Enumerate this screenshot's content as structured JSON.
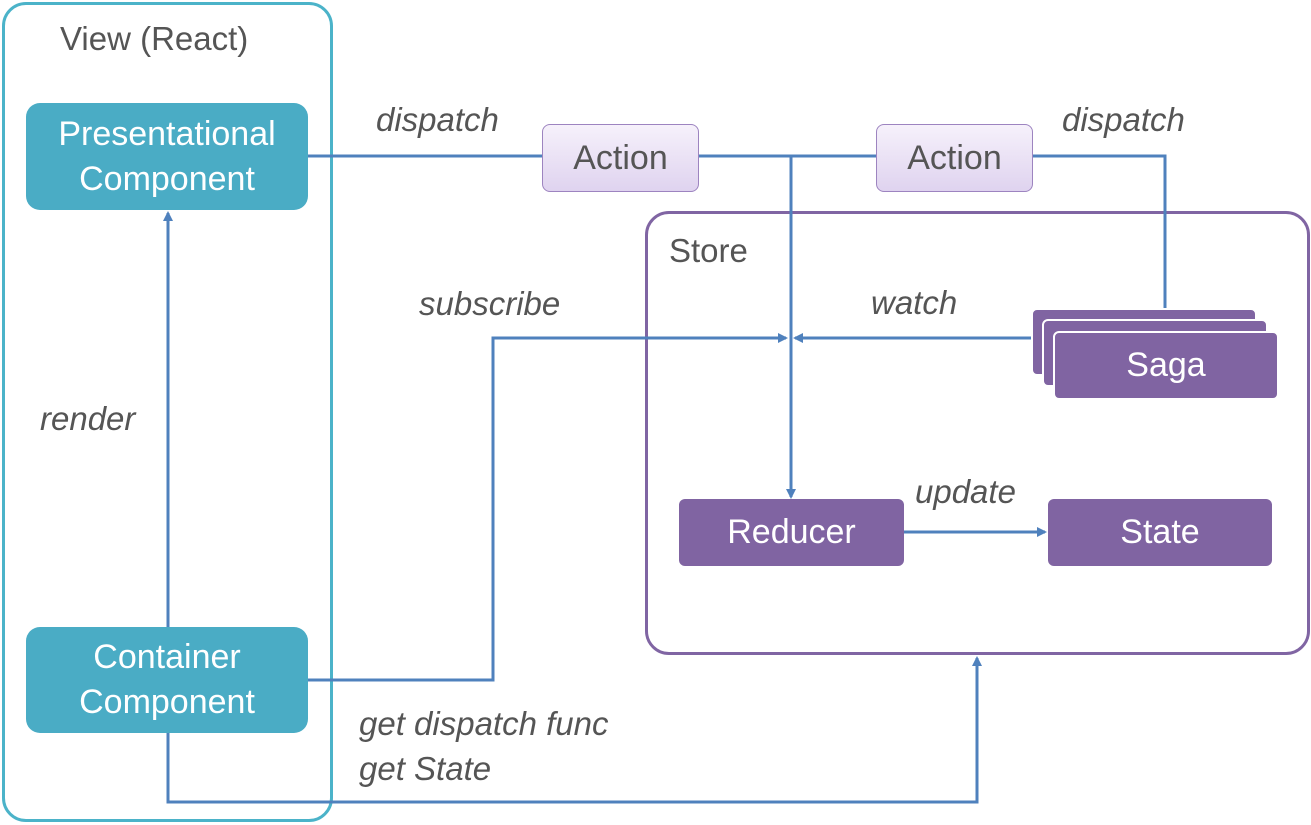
{
  "groups": {
    "view_title": "View (React)",
    "store_title": "Store"
  },
  "nodes": {
    "presentational_line1": "Presentational",
    "presentational_line2": "Component",
    "container_line1": "Container",
    "container_line2": "Component",
    "action_left": "Action",
    "action_right": "Action",
    "saga": "Saga",
    "reducer": "Reducer",
    "state": "State"
  },
  "edge_labels": {
    "dispatch_left": "dispatch",
    "dispatch_right": "dispatch",
    "subscribe": "subscribe",
    "watch": "watch",
    "render": "render",
    "update": "update",
    "get_dispatch": "get dispatch func",
    "get_state": "get State"
  },
  "colors": {
    "view_border": "#4bb3c9",
    "teal_node": "#4aacc5",
    "store_border": "#8065a3",
    "purple_node": "#8064a2",
    "action_fill": "#e8def3",
    "arrow": "#4f81bd",
    "label_text": "#555555"
  }
}
